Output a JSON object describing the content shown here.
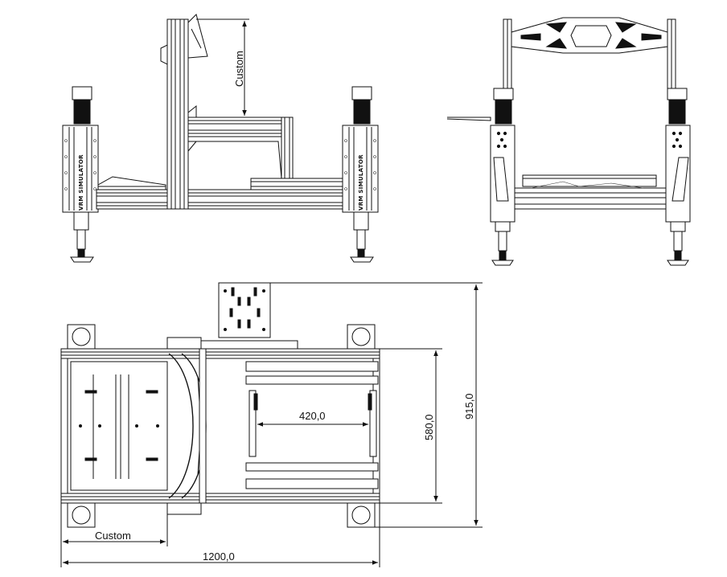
{
  "dimensions": {
    "side_view_custom": "Custom",
    "plan_custom": "Custom",
    "plan_width": "1200,0",
    "plan_depth": "915,0",
    "inner_depth": "580,0",
    "inner_width": "420,0"
  },
  "watermark": {
    "left_actuator_left": "VRM SIMULATOR",
    "left_actuator_right": "VRM SIMULATOR"
  }
}
